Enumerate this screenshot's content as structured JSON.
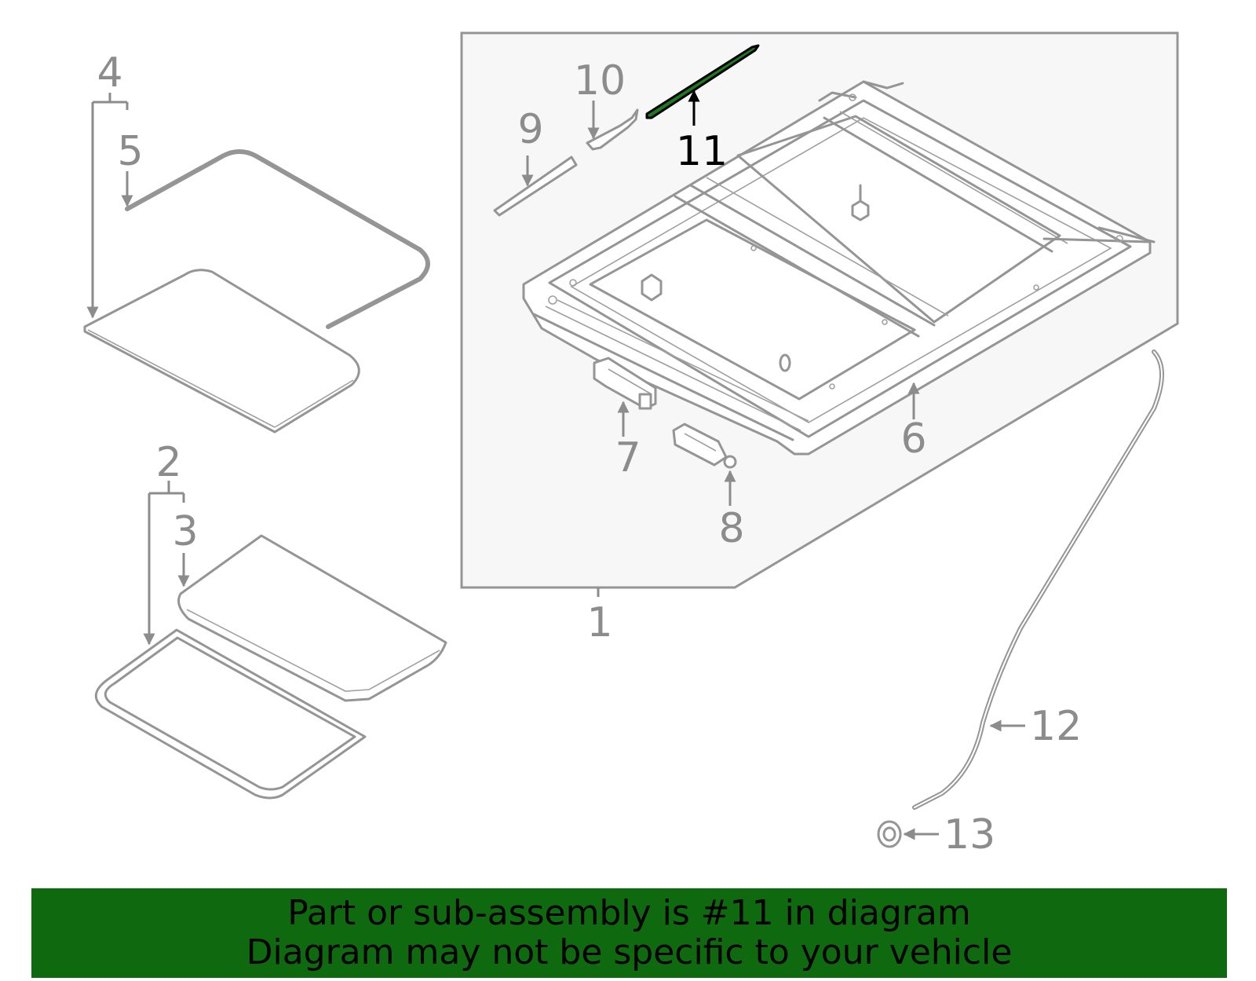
{
  "callouts": {
    "c1": "1",
    "c2": "2",
    "c3": "3",
    "c4": "4",
    "c5": "5",
    "c6": "6",
    "c7": "7",
    "c8": "8",
    "c9": "9",
    "c10": "10",
    "c11": "11",
    "c12": "12",
    "c13": "13"
  },
  "highlight": {
    "part_number": "11",
    "color": "#1f7a1f"
  },
  "colors": {
    "line": "#959595",
    "panel": "#f7f7f7",
    "banner": "#0f6a0f"
  },
  "banner": {
    "line1": "Part or sub-assembly is #11 in diagram",
    "line2": "Diagram may not be specific to your vehicle"
  }
}
